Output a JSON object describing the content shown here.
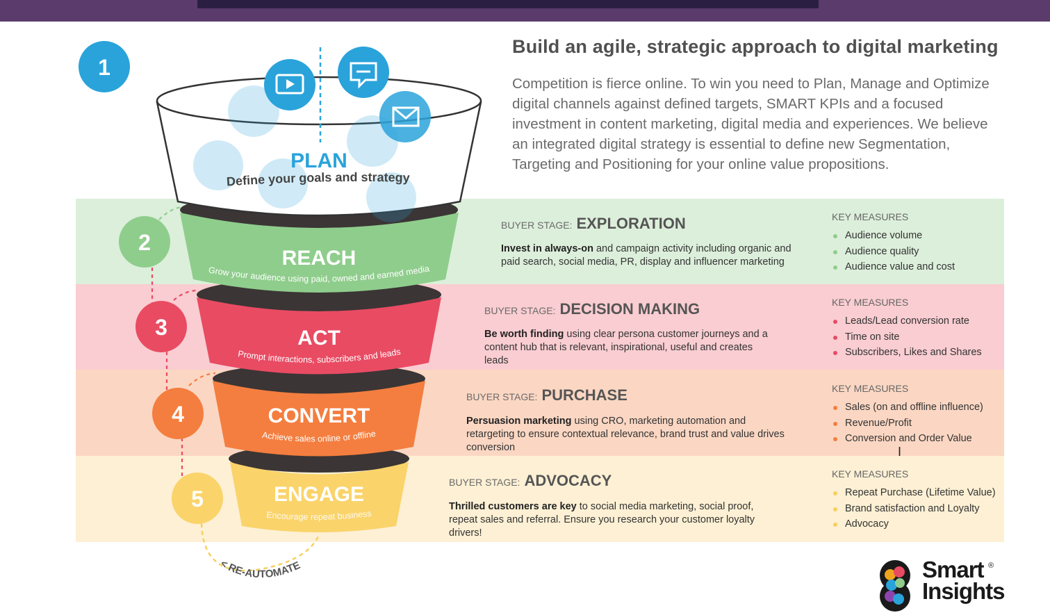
{
  "heading": "Build an agile, strategic approach to digital marketing",
  "intro": "Competition is fierce online. To win you need to Plan, Manage and Optimize digital channels against defined targets, SMART KPIs and a focused investment in content marketing, digital media and experiences. We believe an integrated digital strategy is essential to define new Segmentation, Targeting and Positioning for your online value propositions.",
  "buyer_stage_label": "BUYER STAGE:",
  "key_measures_label": "KEY MEASURES",
  "re_automate": "< RE-AUTOMATE",
  "logo": {
    "line1": "Smart",
    "line2": "Insights",
    "reg": "®"
  },
  "plan": {
    "number": "1",
    "title": "PLAN",
    "subtitle": "Define your goals and strategy"
  },
  "stages": [
    {
      "number": "2",
      "title": "REACH",
      "subtitle": "Grow your audience using paid, owned and earned media",
      "stage": "EXPLORATION",
      "color": "#8fcd8c",
      "dot": "#8fcd8c",
      "desc_bold": "Invest in always-on",
      "desc_rest": " and campaign activity including organic and paid search, social media, PR, display and influencer marketing",
      "measures": [
        "Audience volume",
        "Audience quality",
        "Audience value and cost"
      ]
    },
    {
      "number": "3",
      "title": "ACT",
      "subtitle": "Prompt interactions, subscribers and leads",
      "stage": "DECISION MAKING",
      "color": "#e94b63",
      "dot": "#e94b63",
      "desc_bold": "Be worth finding",
      "desc_rest": " using clear persona customer journeys and a content hub that is relevant, inspirational, useful and creates leads",
      "measures": [
        "Leads/Lead conversion rate",
        "Time on site",
        "Subscribers, Likes and Shares"
      ]
    },
    {
      "number": "4",
      "title": "CONVERT",
      "subtitle": "Achieve sales online or offline",
      "stage": "PURCHASE",
      "color": "#f47e3f",
      "dot": "#f47e3f",
      "desc_bold": "Persuasion marketing",
      "desc_rest": " using CRO, marketing automation and retargeting to ensure contextual relevance, brand trust and value drives conversion",
      "measures": [
        "Sales (on and offline influence)",
        "Revenue/Profit",
        "Conversion and Order Value"
      ]
    },
    {
      "number": "5",
      "title": "ENGAGE",
      "subtitle": "Encourage repeat business",
      "stage": "ADVOCACY",
      "color": "#fad36a",
      "dot": "#f6cf5c",
      "desc_bold": "Thrilled customers are key",
      "desc_rest": " to social media marketing, social proof, repeat sales and referral. Ensure you research your customer loyalty drivers!",
      "measures": [
        "Repeat Purchase (Lifetime Value)",
        "Brand satisfaction and Loyalty",
        "Advocacy"
      ]
    }
  ],
  "icons": [
    "video-icon",
    "chat-icon",
    "megaphone-icon",
    "email-icon",
    "document-icon",
    "calendar-icon",
    "folder-icon",
    "badge-icon"
  ]
}
